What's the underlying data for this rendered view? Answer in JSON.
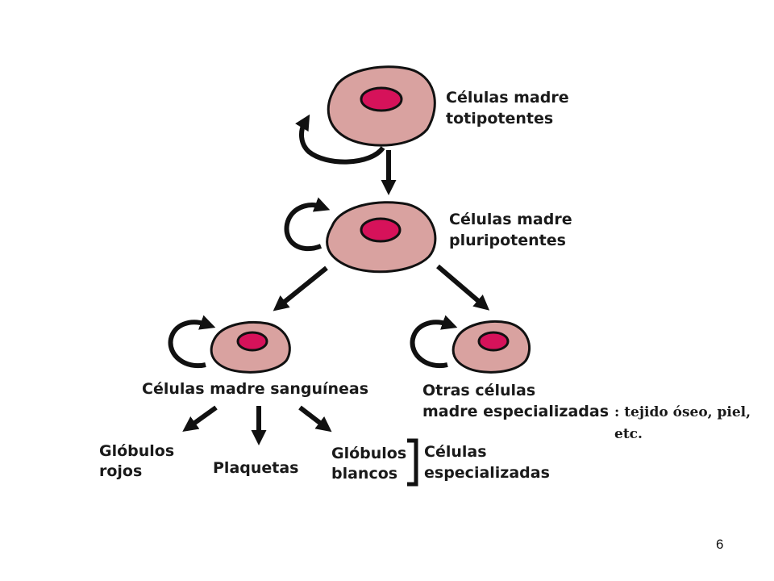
{
  "colors": {
    "cell_fill": "#d9a2a0",
    "nucleus_fill": "#d6125a",
    "outline": "#111111"
  },
  "nodes": {
    "totipotent": {
      "line1": "Células madre",
      "line2": "totipotentes"
    },
    "pluripotent": {
      "line1": "Células madre",
      "line2": "pluripotentes"
    },
    "blood": {
      "line1": "Células madre sanguíneas"
    },
    "other": {
      "line1": "Otras células",
      "line2": "madre especializadas"
    }
  },
  "note": {
    "line1": ": tejido óseo, piel,",
    "line2": "etc."
  },
  "products": {
    "red": {
      "line1": "Glóbulos",
      "line2": "rojos"
    },
    "platelets": {
      "line1": "Plaquetas"
    },
    "white": {
      "line1": "Glóbulos",
      "line2": "blancos"
    }
  },
  "specialized": {
    "line1": "Células",
    "line2": "especializadas"
  },
  "page_number": "6"
}
